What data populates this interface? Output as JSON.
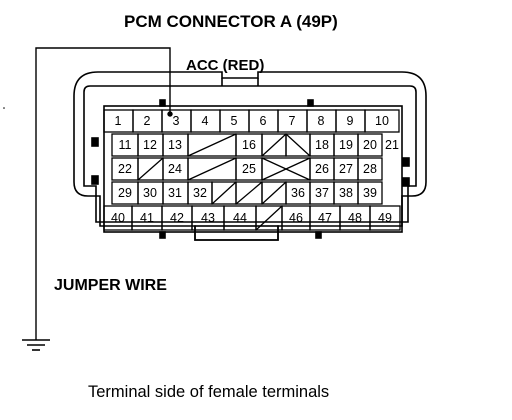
{
  "title": "PCM CONNECTOR A (49P)",
  "connector_label": "ACC (RED)",
  "wire_label": "JUMPER WIRE",
  "caption": "Terminal side of female terminals",
  "pins": {
    "row1": [
      "1",
      "2",
      "3",
      "4",
      "5",
      "6",
      "7",
      "8",
      "9",
      "10"
    ],
    "row2_left": [
      "11",
      "12",
      "13"
    ],
    "row2_mid": "16",
    "row2_right": [
      "18",
      "19",
      "20",
      "21"
    ],
    "row3_left": [
      "22",
      "24"
    ],
    "row3_mid": "25",
    "row3_right": [
      "26",
      "27",
      "28"
    ],
    "row4_left": [
      "29",
      "30",
      "31",
      "32"
    ],
    "row4_right": [
      "36",
      "37",
      "38",
      "39"
    ],
    "row5_left": [
      "40",
      "41",
      "42",
      "43",
      "44"
    ],
    "row5_right": [
      "46",
      "47",
      "48",
      "49"
    ]
  },
  "colors": {
    "ink": "#000000",
    "paper": "#ffffff"
  },
  "icons": {
    "ground": "ground-symbol-icon"
  }
}
